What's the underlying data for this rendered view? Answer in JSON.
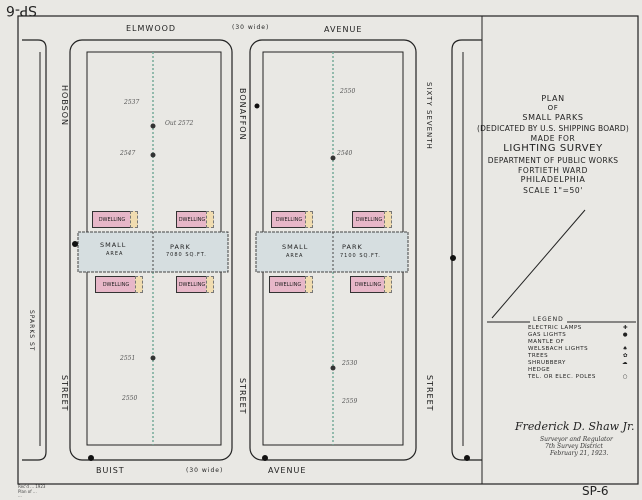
{
  "sheet_id_top": "SP-6",
  "sheet_id_bottom": "SP-6",
  "streets": {
    "top": {
      "name1": "ELMWOOD",
      "width_note": "(30 wide)",
      "name2": "AVENUE"
    },
    "bottom": {
      "name1": "BUIST",
      "width_note": "(30 wide)",
      "name2": "AVENUE"
    },
    "left_outer": "SPARKS ST",
    "left": {
      "name1": "HOBSON",
      "name2": "STREET"
    },
    "middle": {
      "name1": "BONAFFON",
      "name2": "STREET"
    },
    "right": {
      "name1": "SIXTY SEVENTH",
      "name2": "STREET"
    }
  },
  "title": {
    "line1": "PLAN",
    "line2": "OF",
    "line3": "SMALL PARKS",
    "line4": "(DEDICATED BY U.S. SHIPPING BOARD)",
    "line5": "MADE FOR",
    "line6": "LIGHTING SURVEY",
    "line7": "DEPARTMENT OF PUBLIC WORKS",
    "line8": "FORTIETH WARD",
    "line9": "PHILADELPHIA",
    "line10": "SCALE 1\"=50'"
  },
  "parks": [
    {
      "name1": "SMALL",
      "area1": "AREA",
      "name2": "PARK",
      "area2": "7080 SQ.FT."
    },
    {
      "name1": "SMALL",
      "area1": "AREA",
      "name2": "PARK",
      "area2": "7100 SQ.FT."
    }
  ],
  "dwelling_label": "DWELLING",
  "legend": {
    "title": "LEGEND",
    "items": [
      {
        "label": "ELECTRIC LAMPS",
        "symbol": "electric-lamp"
      },
      {
        "label": "GAS LIGHTS",
        "symbol": "gas-light"
      },
      {
        "label": "MANTLE OF",
        "symbol": ""
      },
      {
        "label": "WELSBACH LIGHTS",
        "symbol": "welsbach-light"
      },
      {
        "label": "TREES",
        "symbol": "tree"
      },
      {
        "label": "SHRUBBERY",
        "symbol": "shrubbery"
      },
      {
        "label": "HEDGE",
        "symbol": ""
      },
      {
        "label": "TEL. OR ELEC. POLES",
        "symbol": "pole"
      }
    ]
  },
  "signature": {
    "name": "Frederick D. Shaw Jr.",
    "line1": "Surveyor and Regulator",
    "line2": "7th Survey District",
    "line3": "February 21, 1923."
  },
  "footnote": {
    "line1": "Rec'd ... 1923",
    "line2": "Plan of ...",
    "line3": "..."
  },
  "pencil_notes": [
    "2537",
    "Out 2572",
    "2550",
    "2540",
    "2547",
    "2551",
    "2530",
    "2550",
    "2559"
  ],
  "colors": {
    "paper": "#e9e8e4",
    "ink": "#222222",
    "dwelling": "#e7b7c8",
    "park_band": "#d6dee0"
  }
}
